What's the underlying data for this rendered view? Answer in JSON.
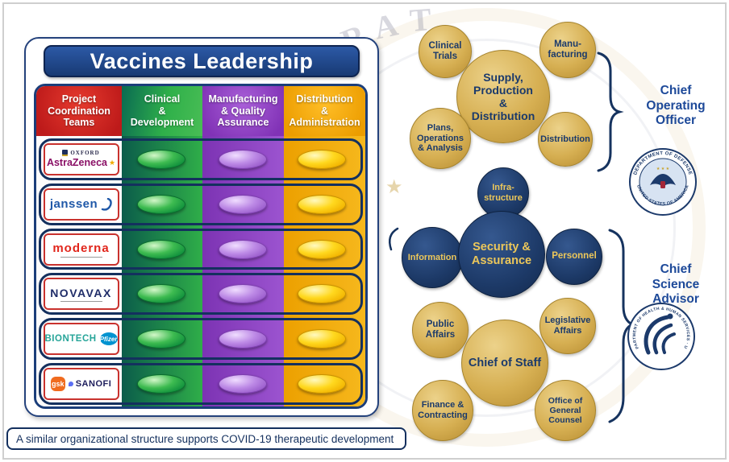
{
  "panel": {
    "title": "Vaccines Leadership",
    "columns": [
      {
        "label": "Project\nCoordination\nTeams"
      },
      {
        "label": "Clinical\n&\nDevelopment"
      },
      {
        "label": "Manufacturing\n& Quality\nAssurance"
      },
      {
        "label": "Distribution\n&\nAdministration"
      }
    ],
    "rows": [
      {
        "brand_top": "OXFORD",
        "brand": "AstraZeneca"
      },
      {
        "brand": "janssen"
      },
      {
        "brand": "moderna"
      },
      {
        "brand": "NOVAVAX"
      },
      {
        "brand": "BIONTECH",
        "partner": "Pfizer"
      },
      {
        "brand": "gsk",
        "partner": "SANOFI"
      }
    ],
    "footnote": "A similar organizational structure supports COVID-19 therapeutic development"
  },
  "org": {
    "clinical_trials": "Clinical\nTrials",
    "manufacturing": "Manu-\nfacturing",
    "supply": "Supply,\nProduction\n&\nDistribution",
    "plans": "Plans,\nOperations\n& Analysis",
    "distribution": "Distribution",
    "infrastructure": "Infra-\nstructure",
    "information": "Information",
    "security": "Security &\nAssurance",
    "personnel": "Personnel",
    "public_affairs": "Public\nAffairs",
    "legislative_affairs": "Legislative\nAffairs",
    "chief_of_staff": "Chief of Staff",
    "finance": "Finance &\nContracting",
    "general_counsel": "Office of\nGeneral\nCounsel"
  },
  "roles": {
    "chief_operating_officer": "Chief\nOperating\nOfficer",
    "chief_science_advisor": "Chief\nScience\nAdvisor"
  },
  "seals": {
    "dod_top": "DEPARTMENT OF DEFENSE",
    "dod_bottom": "UNITED STATES OF AMERICA",
    "hhs": "DEPARTMENT OF HEALTH & HUMAN SERVICES · USA"
  },
  "icons": {
    "star": "★",
    "stars3": "★ ★ ★"
  },
  "watermark": {
    "letters": [
      "R",
      "A",
      "T"
    ]
  },
  "colors": {
    "navy": "#17356f",
    "gold": "#d2a94e",
    "red": "#cf1f23",
    "green": "#2fae49",
    "purple": "#8e44c8",
    "orange": "#f3a403",
    "role_blue": "#1d4999"
  }
}
